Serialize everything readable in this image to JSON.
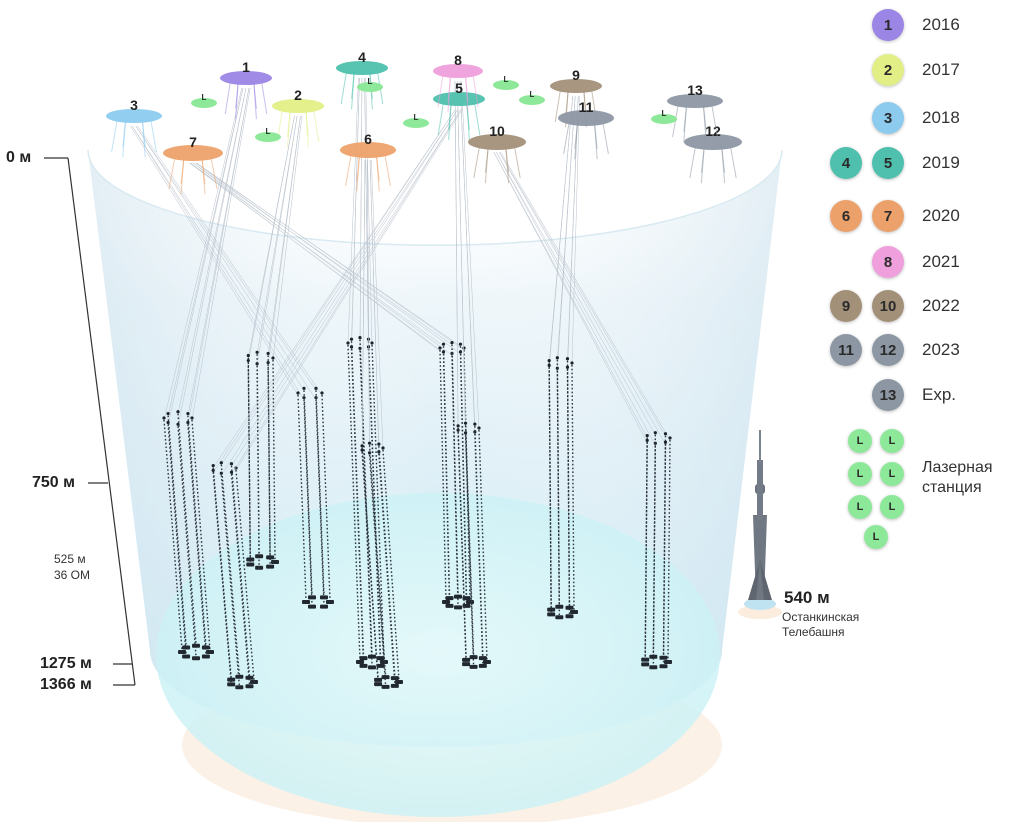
{
  "depths": {
    "surface": "0 м",
    "top_cluster": "750 м",
    "string_length": "525 м",
    "om_count": "36 ОМ",
    "bottom_cluster": "1275 м",
    "lake_bottom": "1366 м"
  },
  "tower": {
    "height": "540 м",
    "name_line1": "Останкинская",
    "name_line2": "Телебашня"
  },
  "colors": {
    "c2016": "#9b86e6",
    "c2017": "#e2ef86",
    "c2018": "#8ccbee",
    "c2019": "#4ec0ad",
    "c2020": "#eda16a",
    "c2021": "#ef9fdb",
    "c2022": "#a39079",
    "c2023": "#8d97a3",
    "exp": "#8d97a3",
    "laser": "#8ee89a"
  },
  "legend": [
    {
      "badges": [
        "1"
      ],
      "color": "#9b86e6",
      "label": "2016"
    },
    {
      "badges": [
        "2"
      ],
      "color": "#e2ef86",
      "label": "2017"
    },
    {
      "badges": [
        "3"
      ],
      "color": "#8ccbee",
      "label": "2018"
    },
    {
      "badges": [
        "4",
        "5"
      ],
      "color": "#4ec0ad",
      "label": "2019"
    },
    {
      "badges": [
        "6",
        "7"
      ],
      "color": "#eda16a",
      "label": "2020"
    },
    {
      "badges": [
        "8"
      ],
      "color": "#ef9fdb",
      "label": "2021"
    },
    {
      "badges": [
        "9",
        "10"
      ],
      "color": "#a39079",
      "label": "2022"
    },
    {
      "badges": [
        "11",
        "12"
      ],
      "color": "#8d97a3",
      "label": "2023"
    },
    {
      "badges": [
        "13"
      ],
      "color": "#8d97a3",
      "label": "Exp."
    }
  ],
  "laser_legend": {
    "badge": "L",
    "label_line1": "Лазерная",
    "label_line2": "станция"
  },
  "clusters": [
    {
      "id": "1",
      "color": "#9b86e6"
    },
    {
      "id": "2",
      "color": "#e2ef86"
    },
    {
      "id": "3",
      "color": "#8ccbee"
    },
    {
      "id": "4",
      "color": "#4ec0ad"
    },
    {
      "id": "5",
      "color": "#4ec0ad"
    },
    {
      "id": "6",
      "color": "#eda16a"
    },
    {
      "id": "7",
      "color": "#eda16a"
    },
    {
      "id": "8",
      "color": "#ef9fdb"
    },
    {
      "id": "9",
      "color": "#a39079"
    },
    {
      "id": "10",
      "color": "#a39079"
    },
    {
      "id": "11",
      "color": "#8d97a3"
    },
    {
      "id": "12",
      "color": "#8d97a3"
    },
    {
      "id": "13",
      "color": "#8d97a3"
    }
  ],
  "laser_badge": "L"
}
